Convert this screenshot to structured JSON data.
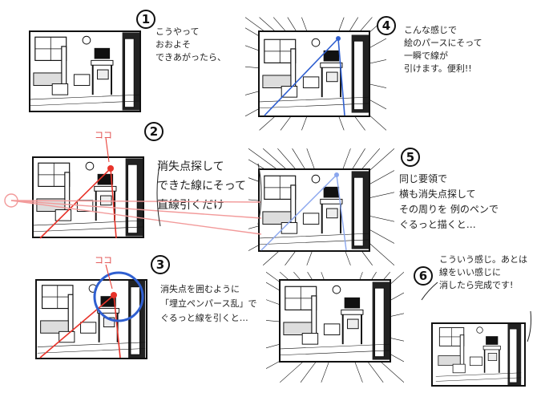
{
  "steps": [
    {
      "number": "1",
      "note": "こうやって\nおおよそ\nできあがったら、"
    },
    {
      "number": "2",
      "note": "消失点探して\nできた線にそって\n直線引くだけ"
    },
    {
      "number": "3",
      "note": "消失点を囲むように\n「埋立ペンパース乱」で\nぐるっと線を引くと…"
    },
    {
      "number": "4",
      "note": "こんな感じで\n絵のパースにそって\n一瞬で線が\n引けます。便利!!"
    },
    {
      "number": "5",
      "note": "同じ要領で\n横も消失点探して\nその周りを 例のペンで\nぐるっと描くと…"
    },
    {
      "number": "6",
      "note": "こういう感じ。あとは\n線をいい感じに\n消したら完成です!"
    }
  ],
  "labels": {
    "koko_1": "ココ",
    "koko_2": "ココ"
  },
  "colors": {
    "red": "#e8332a",
    "pink": "#f29a9a",
    "blue": "#2f5fd0",
    "lightblue": "#8aa6ee"
  }
}
